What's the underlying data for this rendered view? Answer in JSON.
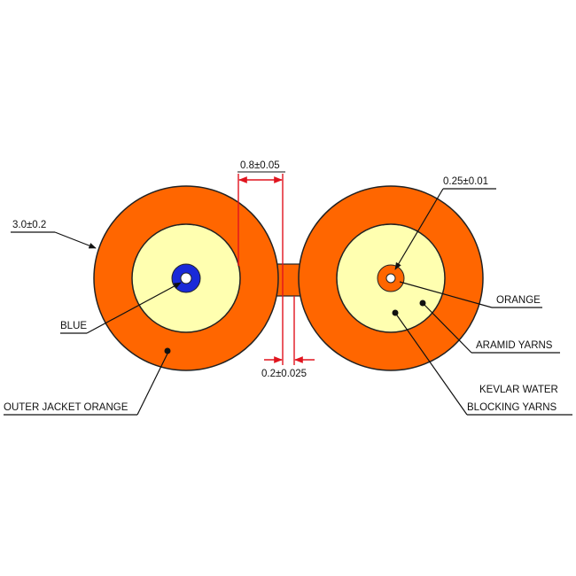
{
  "colors": {
    "jacket": "#ff6600",
    "yarn": "#ffffb0",
    "fiber_left": "#1a2ad8",
    "fiber_right": "#ff6600",
    "dimension_lines": "#e0141e",
    "outline": "#222222"
  },
  "labels": {
    "outer_diameter": "3.0±0.2",
    "blue": "BLUE",
    "outer_jacket": "OUTER JACKET ORANGE",
    "jacket_thickness": "0.8±0.05",
    "web_width": "0.2±0.025",
    "fiber_diameter": "0.25±0.01",
    "orange": "ORANGE",
    "aramid": "ARAMID YARNS",
    "kevlar_line1": "KEVLAR WATER",
    "kevlar_line2": "BLOCKING YARNS"
  }
}
